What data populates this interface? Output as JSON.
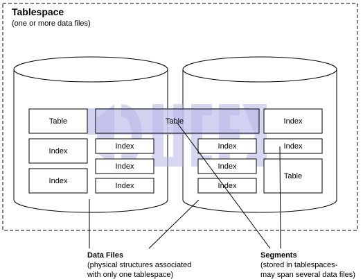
{
  "tablespace": {
    "title": "Tablespace",
    "subtitle": "(one or more data files)"
  },
  "cells": {
    "left_table": "Table",
    "left_index_1": "Index",
    "left_index_2": "Index",
    "middle_table": "Table",
    "middle_index_1": "Index",
    "middle_index_2": "Index",
    "middle_index_3": "Index",
    "right_index_1": "Index",
    "right_index_2": "Index",
    "right_index_3": "Index",
    "far_right_index_1": "Index",
    "far_right_index_2": "Index",
    "far_right_table": "Table"
  },
  "labels": {
    "data_files": {
      "heading": "Data Files",
      "line1": "(physical structures associated",
      "line2": "with only one tablespace)"
    },
    "segments": {
      "heading": "Segments",
      "line1": "(stored in tablespaces-",
      "line2": "may span several data files)"
    }
  },
  "colors": {
    "highlight_band": "#c9c9f0",
    "watermark": "#b8b8e8",
    "outline": "#000000"
  }
}
